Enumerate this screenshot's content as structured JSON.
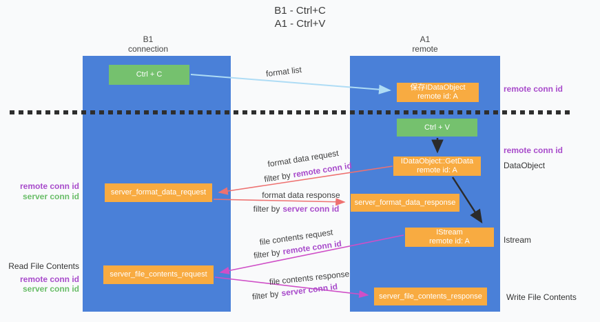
{
  "colors": {
    "column_blue": "#4a80d8",
    "box_green": "#75c16e",
    "box_orange": "#f8ab41",
    "arrow_blue": "#aedcf5",
    "arrow_red": "#ee7170",
    "arrow_magenta": "#cf4fc7",
    "arrow_black": "#2b2b2b",
    "label_purple": "#a84bcb",
    "label_green": "#69bd68"
  },
  "title": {
    "line1": "B1 - Ctrl+C",
    "line2": "A1 - Ctrl+V"
  },
  "lanes": {
    "left": {
      "header_line1": "B1",
      "header_line2": "connection"
    },
    "right": {
      "header_line1": "A1",
      "header_line2": "remote"
    }
  },
  "boxes": {
    "ctrl_c": {
      "label": "Ctrl + C"
    },
    "save_dataobject": {
      "line1": "保存IDataObject",
      "line2": "remote id: A"
    },
    "ctrl_v": {
      "label": "Ctrl + V"
    },
    "getdata": {
      "line1": "IDataObject::GetData",
      "line2": "remote id: A"
    },
    "format_request": {
      "label": "server_format_data_request"
    },
    "format_response": {
      "label": "server_format_data_response"
    },
    "istream": {
      "line1": "IStream",
      "line2": "remote id: A"
    },
    "file_request": {
      "label": "server_file_contents_request"
    },
    "file_response": {
      "label": "server_file_contents_response"
    }
  },
  "flow_labels": {
    "format_list": "format list",
    "format_data_request": "format data request",
    "format_data_request_filter_prefix": "filter by",
    "format_data_request_filter_id": "remote conn id",
    "format_data_response": "format data response",
    "format_data_response_filter_prefix": "filter by",
    "format_data_response_filter_id": "server conn id",
    "file_contents_request": "file contents request",
    "file_contents_request_filter_prefix": "filter by",
    "file_contents_request_filter_id": "remote conn id",
    "file_contents_response": "file contents response",
    "file_contents_response_filter_prefix": "filter by",
    "file_contents_response_filter_id": "server conn id"
  },
  "side_labels": {
    "right_top_conn_id": "remote conn id",
    "right_mid_conn_id": "remote conn id",
    "dataobject": "DataObject",
    "istream": "Istream",
    "write_file_contents": "Write File Contents",
    "left_format_remote": "remote conn id",
    "left_format_server": "server conn id",
    "read_file_contents": "Read File Contents",
    "left_file_remote": "remote conn id",
    "left_file_server": "server conn id"
  }
}
